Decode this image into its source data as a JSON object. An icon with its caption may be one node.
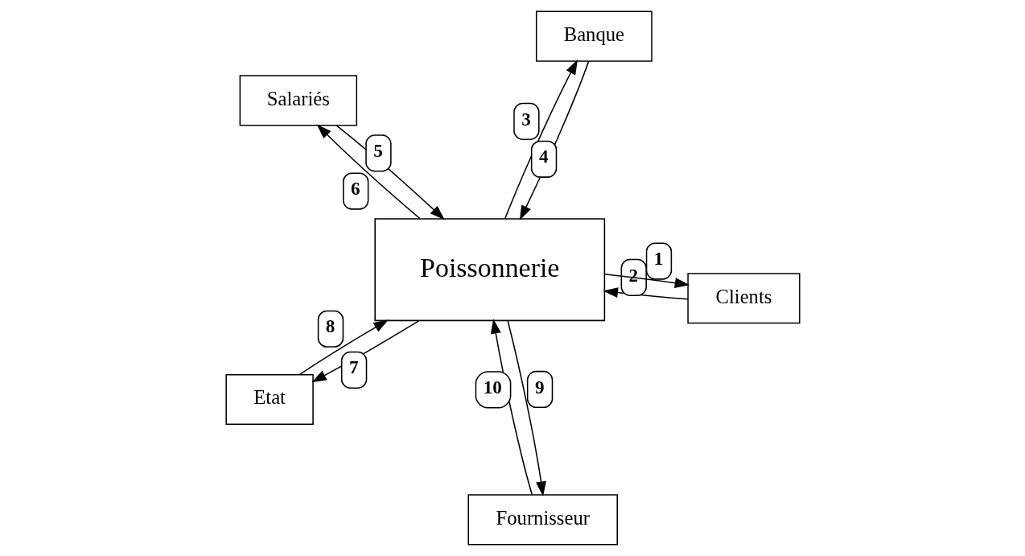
{
  "diagram": {
    "nodes": [
      {
        "text": [
          "Salariés"
        ]
      },
      {
        "text": [
          "Clients"
        ]
      },
      {
        "text": [
          "Fournisseur"
        ]
      },
      {
        "text": [
          "Poissonnerie"
        ]
      },
      {
        "text": [
          "Banque"
        ]
      },
      {
        "text": [
          "Etat"
        ]
      }
    ],
    "edges": [
      {
        "from": 3,
        "to": 1,
        "arrow": "to",
        "label": "1"
      },
      {
        "from": 1,
        "to": 3,
        "arrow": "to",
        "label": "2"
      },
      {
        "from": 3,
        "to": 4,
        "arrow": "to",
        "label": "3"
      },
      {
        "from": 4,
        "to": 3,
        "arrow": "to",
        "label": "4"
      },
      {
        "from": 0,
        "to": 3,
        "arrow": "to",
        "label": "5"
      },
      {
        "from": 3,
        "to": 0,
        "arrow": "to",
        "label": "6"
      },
      {
        "from": 3,
        "to": 5,
        "arrow": "to",
        "label": "7"
      },
      {
        "from": 5,
        "to": 3,
        "arrow": "to",
        "label": "8"
      },
      {
        "from": 3,
        "to": 2,
        "arrow": "to",
        "label": "9"
      },
      {
        "from": 2,
        "to": 3,
        "arrow": "to",
        "label": "10"
      }
    ]
  }
}
